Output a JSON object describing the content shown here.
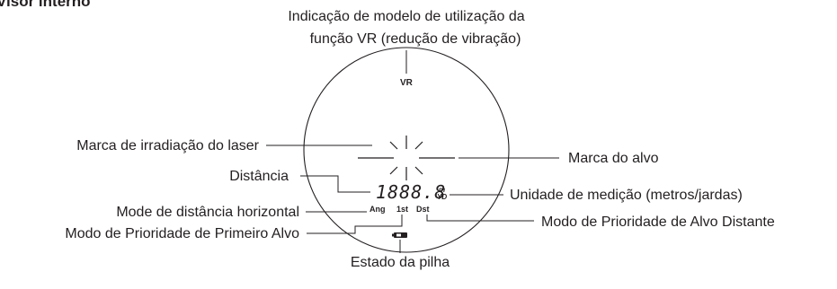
{
  "heading": "Visor interno",
  "viewfinder": {
    "vr": "VR",
    "distance_readout": "1888.8",
    "unit_top": "m",
    "unit_bottom": "YD",
    "mode_ang": "Ang",
    "mode_1st": "1st",
    "mode_dst": "Dst"
  },
  "callouts": {
    "vr_line1": "Indicação de modelo de utilização da",
    "vr_line2": "função VR (redução de vibração)",
    "laser": "Marca de irradiação do laser",
    "target": "Marca do alvo",
    "distance": "Distância",
    "unit": "Unidade de medição (metros/jardas)",
    "horizontal": "Mode de distância horizontal",
    "distant_priority": "Modo de Prioridade de Alvo Distante",
    "first_priority": "Modo de Prioridade de Primeiro Alvo",
    "battery": "Estado da pilha"
  }
}
